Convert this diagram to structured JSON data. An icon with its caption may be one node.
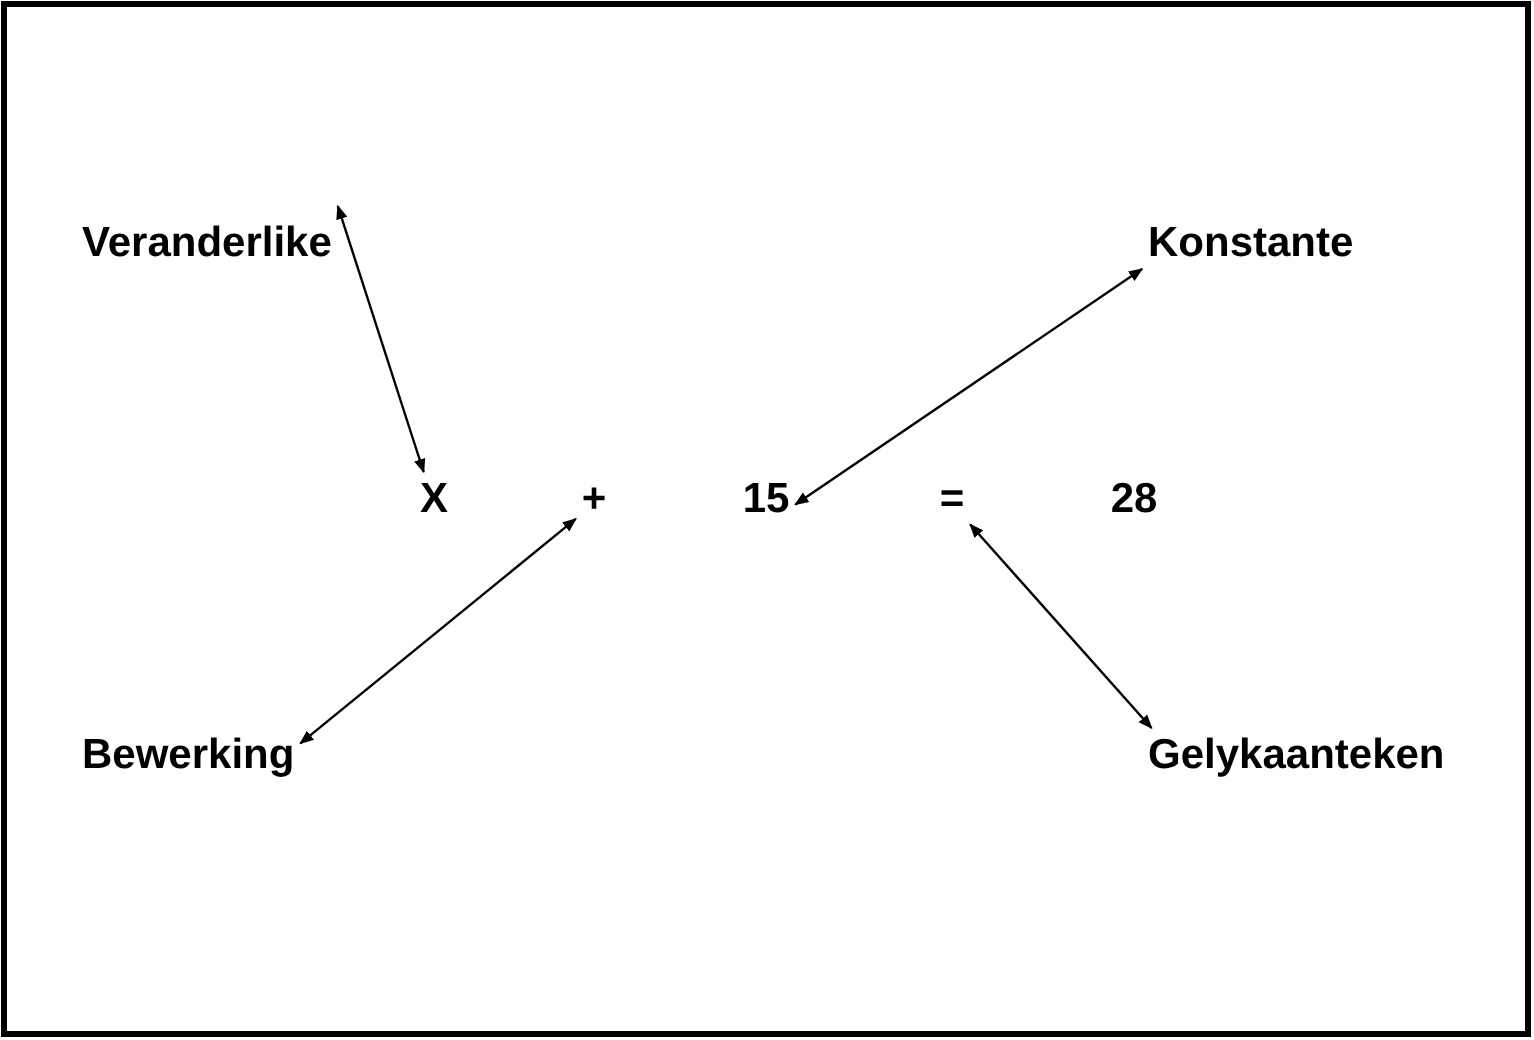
{
  "diagram": {
    "nodes": [
      {
        "text": [
          "Veranderlike"
        ]
      },
      {
        "text": [
          "Konstante"
        ]
      },
      {
        "text": [
          "X"
        ]
      },
      {
        "text": [
          "+"
        ]
      },
      {
        "text": [
          "15"
        ]
      },
      {
        "text": [
          "="
        ]
      },
      {
        "text": [
          "28"
        ]
      },
      {
        "text": [
          "Bewerking"
        ]
      },
      {
        "text": [
          "Gelykaanteken"
        ]
      }
    ],
    "edges": [
      {
        "from": 0,
        "to": 2,
        "arrow": "both"
      },
      {
        "from": 1,
        "to": 4,
        "arrow": "both"
      },
      {
        "from": 7,
        "to": 3,
        "arrow": "both"
      },
      {
        "from": 5,
        "to": 8,
        "arrow": "both"
      }
    ]
  }
}
